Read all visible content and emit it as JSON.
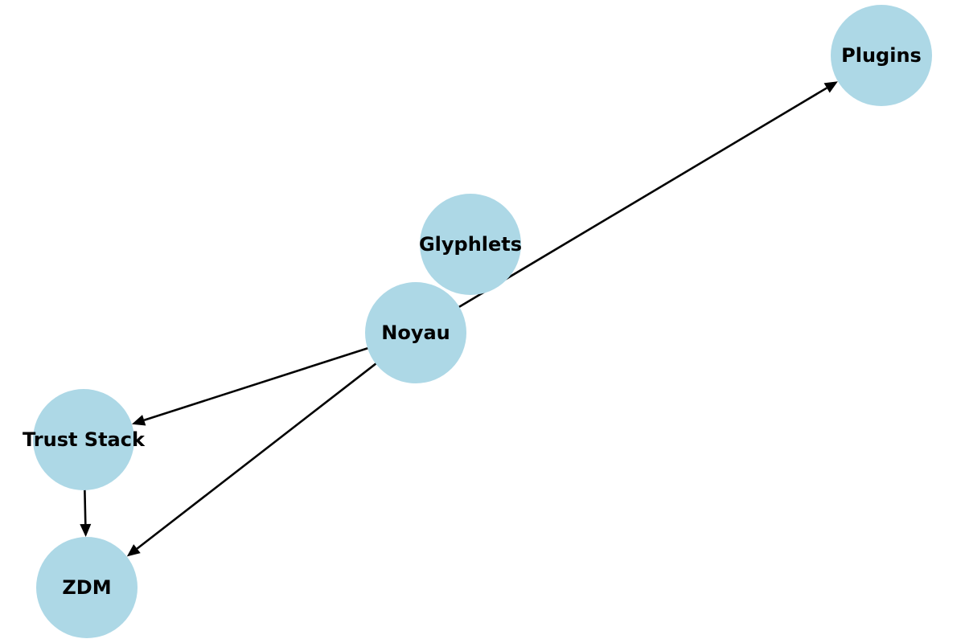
{
  "diagram": {
    "style": {
      "node_fill": "#add8e6",
      "label_color": "#000000",
      "edge_color": "#000000"
    },
    "nodes": [
      {
        "id": "plugins",
        "label": "Plugins"
      },
      {
        "id": "glyphlets",
        "label": "Glyphlets"
      },
      {
        "id": "noyau",
        "label": "Noyau"
      },
      {
        "id": "trust_stack",
        "label": "Trust Stack"
      },
      {
        "id": "zdm",
        "label": "ZDM"
      }
    ],
    "edges": [
      {
        "from": "noyau",
        "to": "plugins"
      },
      {
        "from": "noyau",
        "to": "trust_stack"
      },
      {
        "from": "noyau",
        "to": "zdm"
      },
      {
        "from": "trust_stack",
        "to": "zdm"
      }
    ]
  }
}
